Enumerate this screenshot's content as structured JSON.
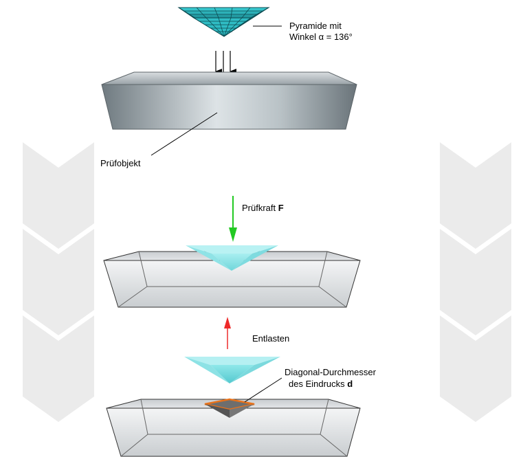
{
  "labels": {
    "pyramid_line1": "Pyramide mit",
    "pyramid_line2": "Winkel α = 136°",
    "specimen": "Prüfobjekt",
    "force_text": "Prüfkraft ",
    "force_symbol": "F",
    "unload": "Entlasten",
    "diagonal_line1": "Diagonal-Durchmesser",
    "diagonal_line2_text": "des Eindrucks ",
    "diagonal_symbol": "d"
  },
  "colors": {
    "chevron": "#ebebeb",
    "force_arrow": "#22c922",
    "unload_arrow": "#ee2a2a",
    "pyramid_cyan": "#7fe3e6",
    "pyramid_dark": "#25b8c0",
    "indent_outline": "#e8731c"
  }
}
